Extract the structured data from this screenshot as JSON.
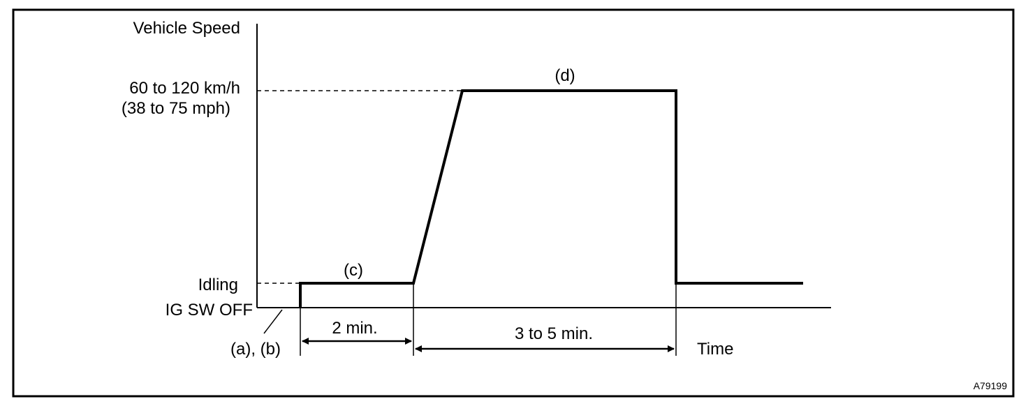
{
  "labels": {
    "y_axis": "Vehicle Speed",
    "x_axis": "Time",
    "speed_line1": "60 to 120 km/h",
    "speed_line2": "(38 to 75 mph)",
    "idling": "Idling",
    "ig_sw_off": "IG SW OFF",
    "step_ab": "(a), (b)",
    "step_c": "(c)",
    "step_d": "(d)",
    "duration_1": "2 min.",
    "duration_2": "3 to 5 min.",
    "figure_id": "A79199"
  },
  "colors": {
    "ink": "#000000",
    "background": "#ffffff"
  }
}
